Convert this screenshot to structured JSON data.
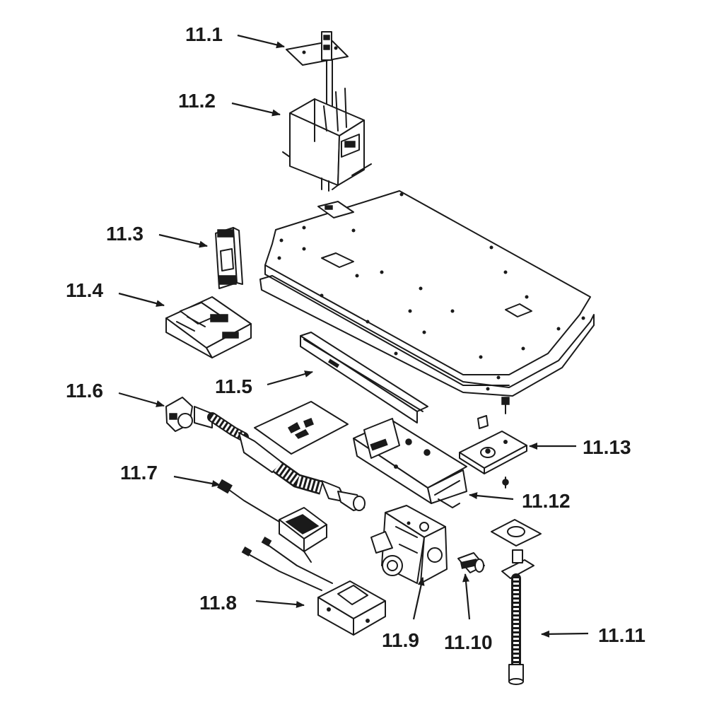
{
  "colors": {
    "ink": "#1a1a1a",
    "background": "#ffffff"
  },
  "labels": {
    "l11_1": "11.1",
    "l11_2": "11.2",
    "l11_3": "11.3",
    "l11_4": "11.4",
    "l11_5": "11.5",
    "l11_6": "11.6",
    "l11_7": "11.7",
    "l11_8": "11.8",
    "l11_9": "11.9",
    "l11_10": "11.10",
    "l11_11": "11.11",
    "l11_12": "11.12",
    "l11_13": "11.13"
  }
}
